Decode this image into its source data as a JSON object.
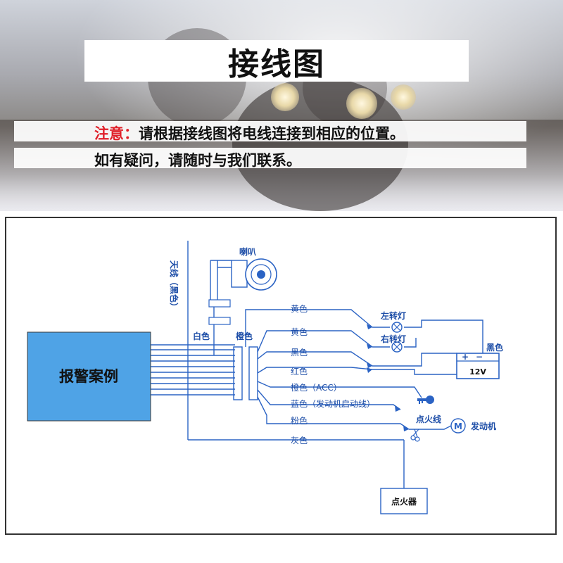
{
  "header": {
    "title": "接线图",
    "note_label": "注意：",
    "note_text": "请根据接线图将电线连接到相应的位置。",
    "note2": "如有疑问，请随时与我们联系。"
  },
  "diagram": {
    "alarm_unit": "报警案例",
    "antenna": "天线（黑色）",
    "horn": "喇叭",
    "white_wire": "白色",
    "orange_bundle": "橙色",
    "wires": {
      "yellow1": "黄色",
      "yellow2": "黄色",
      "black": "黑色",
      "red": "红色",
      "orange_acc": "橙色（ACC）",
      "blue": "蓝色（发动机启动线）",
      "pink": "粉色",
      "gray": "灰色"
    },
    "left_turn": "左转灯",
    "right_turn": "右转灯",
    "battery_black": "黑色",
    "battery_voltage": "12V",
    "battery_plus": "+",
    "battery_minus": "−",
    "ignition_wire": "点火线",
    "motor_symbol": "M",
    "engine": "发动机",
    "igniter": "点火器"
  },
  "colors": {
    "wire": "#2b63c4",
    "box_fill": "#4fa3e6",
    "title_red": "#e0202a",
    "frame": "#333333"
  }
}
